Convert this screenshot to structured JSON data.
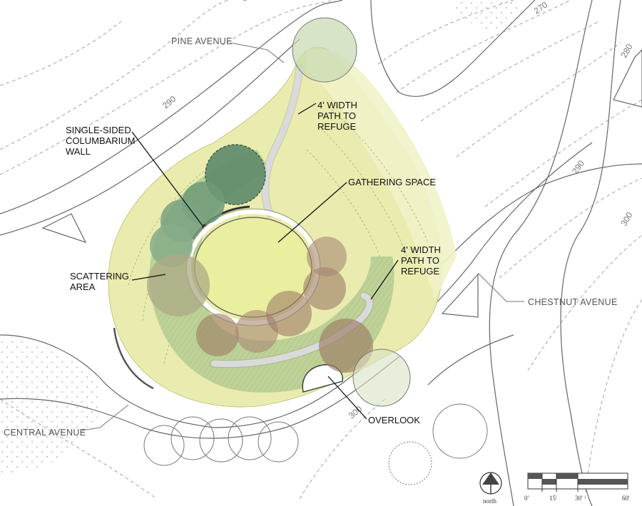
{
  "labels": {
    "pine_avenue": "PINE AVENUE",
    "central_avenue": "CENTRAL AVENUE",
    "chestnut_avenue": "CHESTNUT AVENUE",
    "path_north_1": "4' WIDTH",
    "path_north_2": "PATH TO",
    "path_north_3": "REFUGE",
    "columbarium_1": "SINGLE-SIDED",
    "columbarium_2": "COLUMBARIUM",
    "columbarium_3": "WALL",
    "gathering": "GATHERING SPACE",
    "path_east_1": "4' WIDTH",
    "path_east_2": "PATH TO",
    "path_east_3": "REFUGE",
    "scattering_1": "SCATTERING",
    "scattering_2": "AREA",
    "overlook": "OVERLOOK"
  },
  "contours": {
    "c270": "270",
    "c280": "280",
    "c290_nw": "290",
    "c290_e": "290",
    "c300_e": "300",
    "c300_s": "300"
  },
  "north_arrow": {
    "label": "north"
  },
  "scale_bar": {
    "ticks": [
      "0'",
      "15'",
      "30'",
      "60'"
    ]
  },
  "colors": {
    "site_fill": "#e9ecae",
    "grass_light": "#eef1c4",
    "lawn": "#eaee9f",
    "shrub_green": "#a9c08a",
    "tree_dark": "#5d8a6a",
    "tree_brown": "#9c7b66",
    "ink": "#111111"
  }
}
